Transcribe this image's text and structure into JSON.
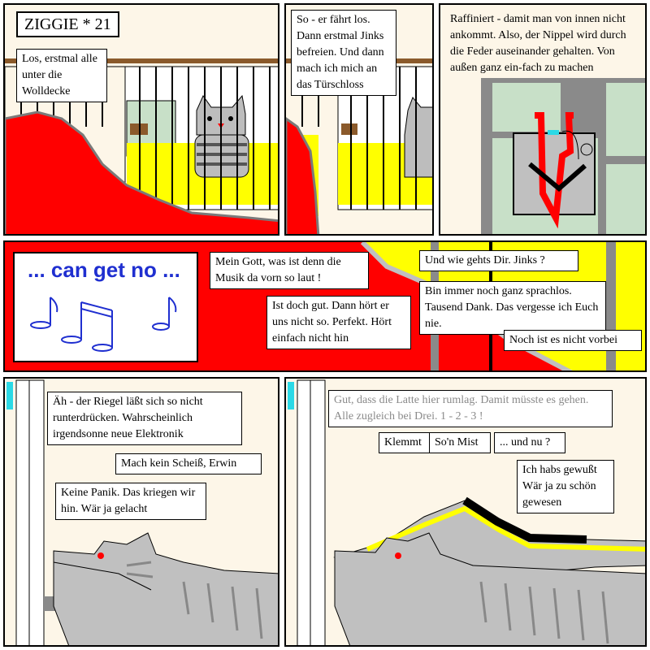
{
  "title": "ZIGGIE * 21",
  "panel1": {
    "speech": "Los, erstmal alle unter die Wolldecke"
  },
  "panel2": {
    "speech": "So - er fährt los. Dann erstmal Jinks befreien. Und dann mach ich mich an das Türschloss"
  },
  "panel3": {
    "speech": "Raffiniert - damit man von innen nicht ankommt. Also, der Nippel wird durch die Feder auseinander gehalten. Von außen ganz ein-fach zu machen"
  },
  "panel4": {
    "music": "... can get no ...",
    "speech1": "Mein Gott, was ist denn die Musik da vorn so laut !",
    "speech2": "Ist doch gut. Dann hört er uns nicht so. Perfekt. Hört einfach nicht hin",
    "speech3": "Und wie gehts Dir. Jinks ?",
    "speech4": "Bin immer noch ganz sprachlos. Tausend Dank. Das vergesse ich Euch nie.",
    "speech5": "Noch ist es nicht vorbei"
  },
  "panel5": {
    "speech1": "Äh - der Riegel läßt sich so nicht runterdrücken. Wahrscheinlich irgendsonne neue Elektronik",
    "speech2": "Mach kein Scheiß, Erwin",
    "speech3": "Keine Panik. Das kriegen wir hin. Wär ja gelacht"
  },
  "panel6": {
    "speech1": "Gut, dass die Latte hier rumlag. Damit müsste es gehen. Alle zugleich bei Drei. 1 - 2 - 3 !",
    "speech2": "Klemmt",
    "speech3": "So'n Mist",
    "speech4": "... und nu ?",
    "speech5": "Ich habs gewußt Wär ja zu schön gewesen"
  },
  "colors": {
    "red": "#ff0000",
    "yellow": "#ffff00",
    "green": "#c8e0c8",
    "gray": "#c0c0c0",
    "blue": "#1f2fd0"
  }
}
